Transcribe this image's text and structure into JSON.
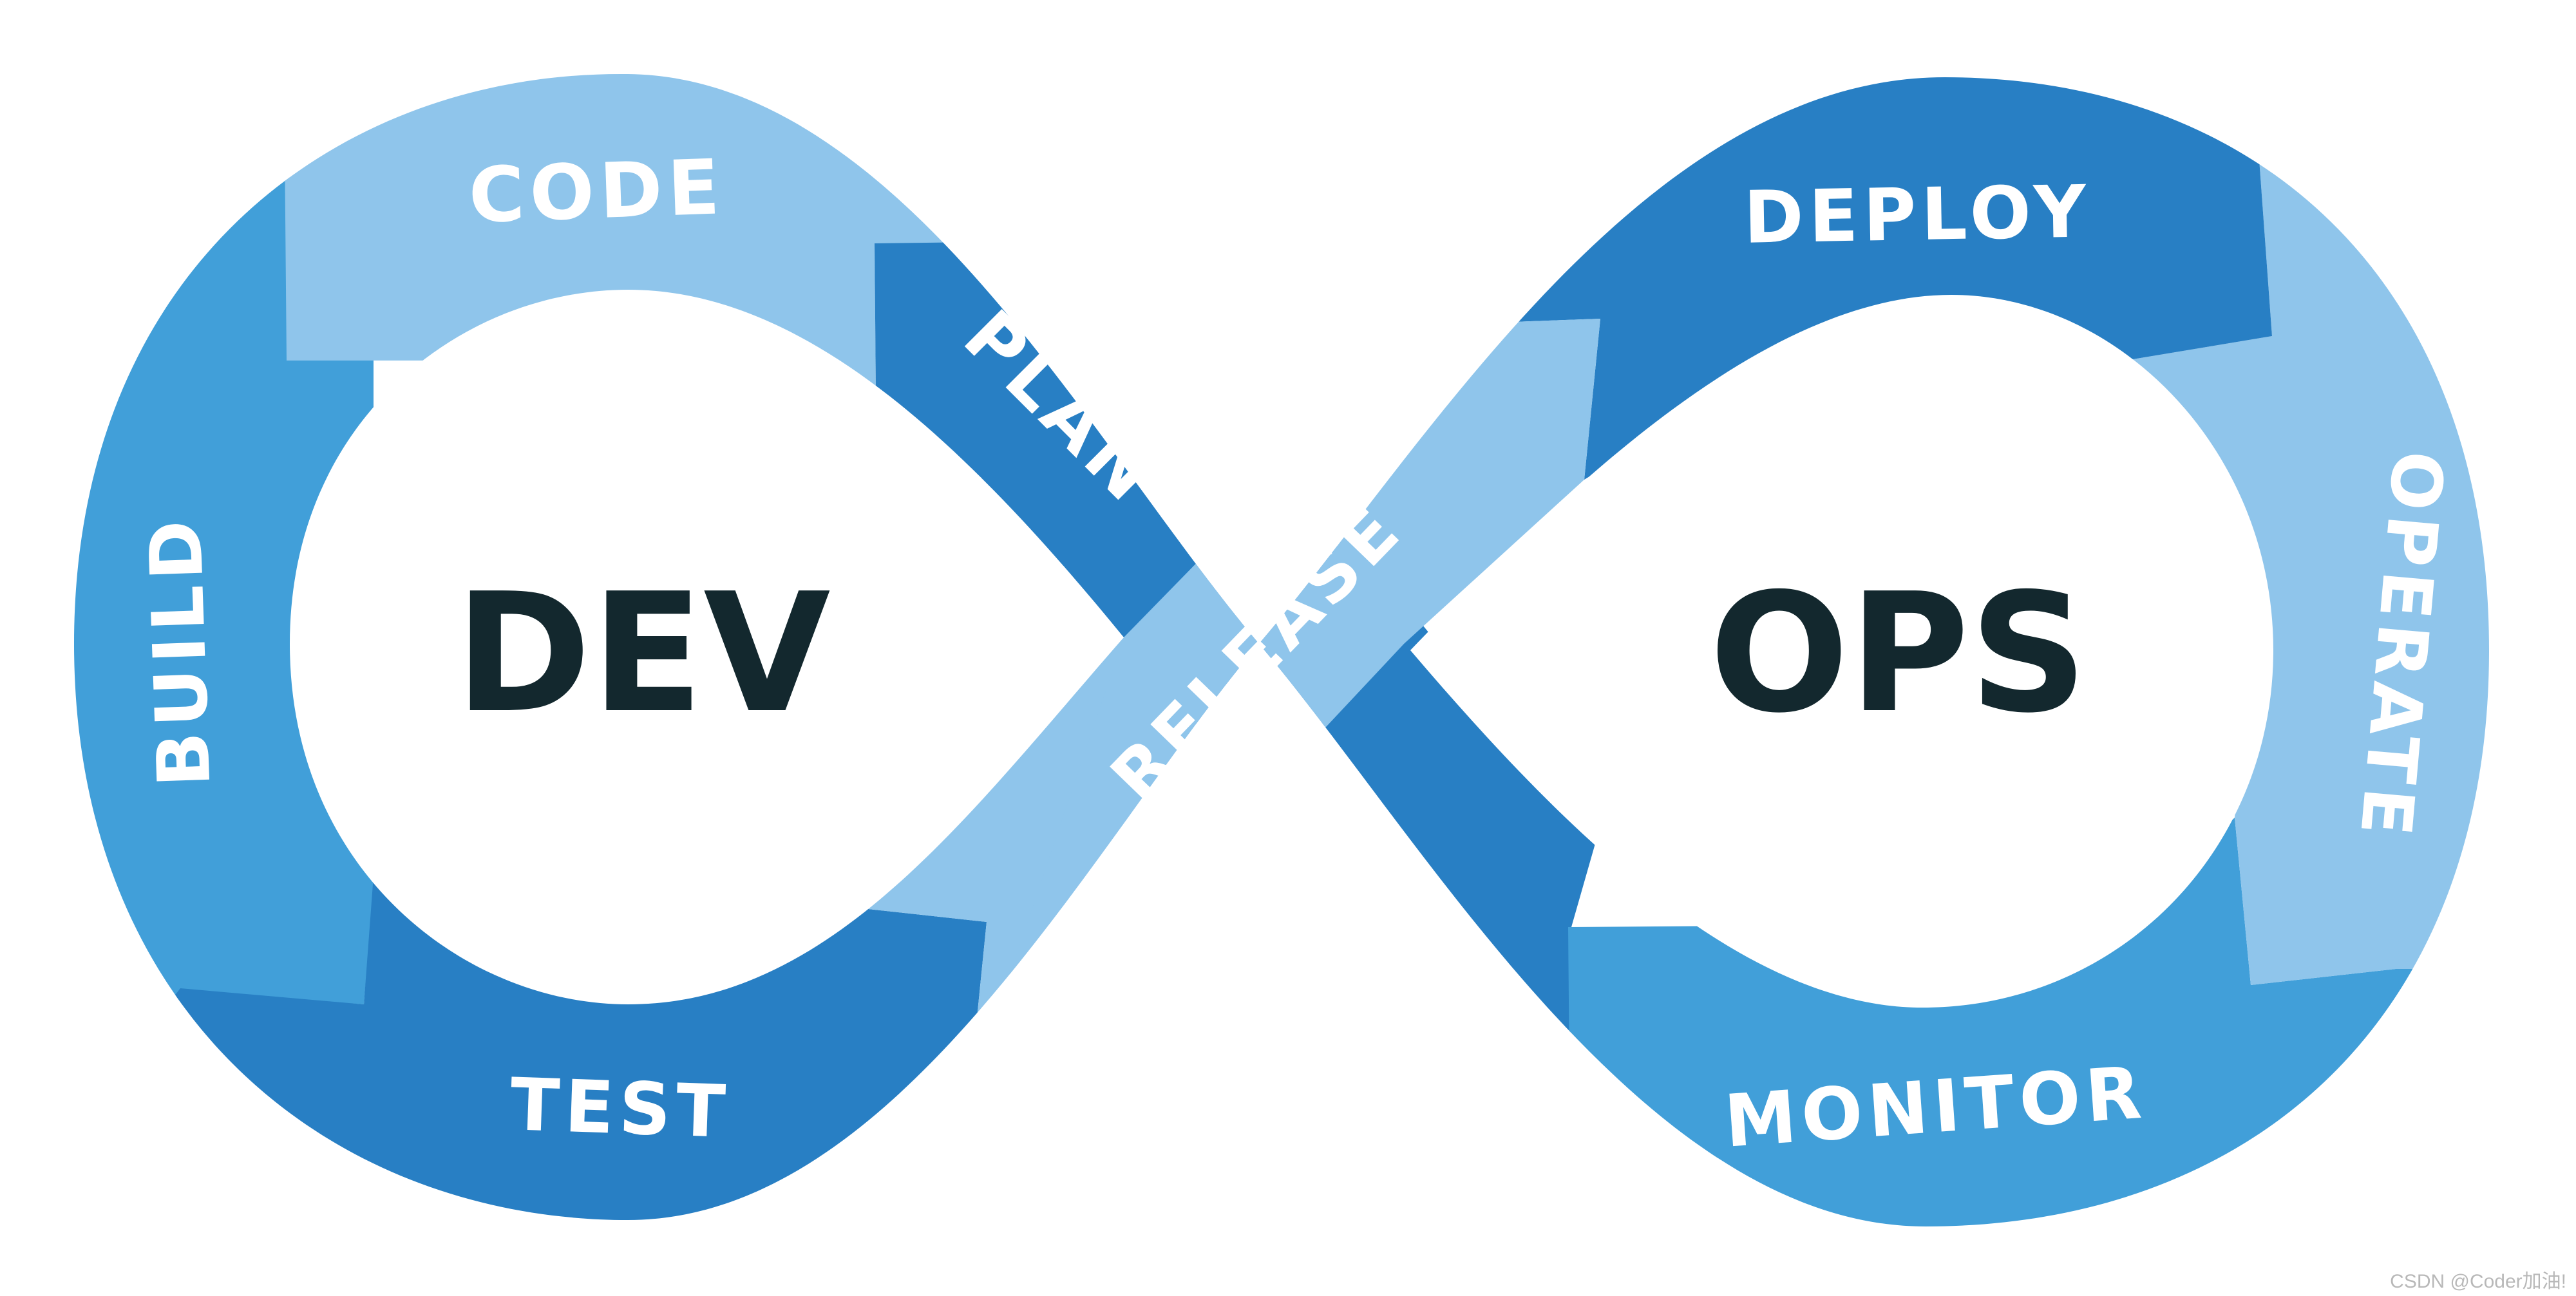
{
  "center": {
    "dev": "DEV",
    "ops": "OPS"
  },
  "stages": {
    "code": "CODE",
    "plan": "PLAN",
    "build": "BUILD",
    "test": "TEST",
    "release": "RELEASE",
    "deploy": "DEPLOY",
    "operate": "OPERATE",
    "monitor": "MONITOR"
  },
  "watermark": "CSDN @Coder加油!",
  "colors": {
    "light_blue": "#8fc5eb",
    "mid_blue": "#419fd9",
    "dark_blue": "#287fc4",
    "center_text": "#13282e",
    "label_text": "#ffffff",
    "background": "#ffffff"
  }
}
